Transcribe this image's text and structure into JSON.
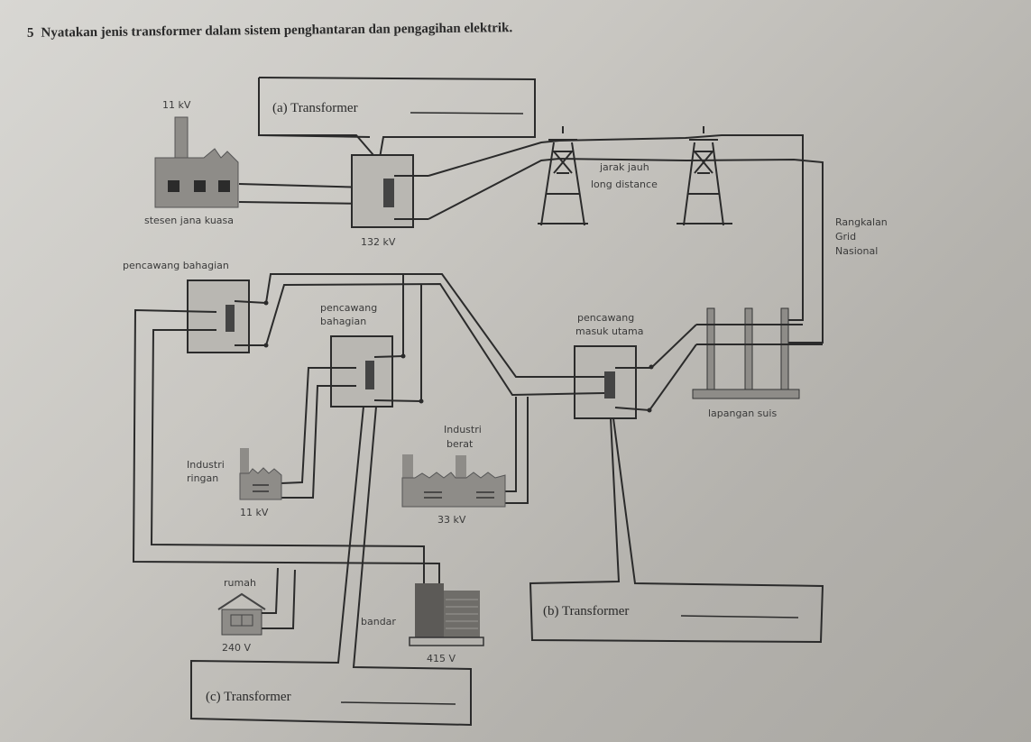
{
  "question": {
    "number": "5",
    "text": "Nyatakan jenis transformer dalam sistem penghantaran dan pengagihan elektrik."
  },
  "answer_boxes": {
    "a": {
      "label": "(a) Transformer",
      "blank": "____________"
    },
    "b": {
      "label": "(b) Transformer",
      "blank": "____________"
    },
    "c": {
      "label": "(c) Transformer",
      "blank": "____________"
    }
  },
  "labels": {
    "power_station": "stesen jana kuasa",
    "power_station_voltage": "11 kV",
    "step_up_voltage": "132 kV",
    "long_distance_ms": "jarak jauh",
    "long_distance_en": "long distance",
    "grid_line1": "Rangkalan",
    "grid_line2": "Grid",
    "grid_line3": "Nasional",
    "main_intake_line1": "pencawang",
    "main_intake_line2": "masuk utama",
    "switchyard": "lapangan suis",
    "distribution_sub_left": "pencawang bahagian",
    "distribution_sub_mid_line1": "pencawang",
    "distribution_sub_mid_line2": "bahagian",
    "heavy_industry_line1": "Industri",
    "heavy_industry_line2": "berat",
    "heavy_industry_voltage": "33 kV",
    "light_industry_line1": "Industri",
    "light_industry_line2": "ringan",
    "light_industry_voltage": "11 kV",
    "house": "rumah",
    "house_voltage": "240 V",
    "town": "bandar",
    "town_voltage": "415 V"
  }
}
